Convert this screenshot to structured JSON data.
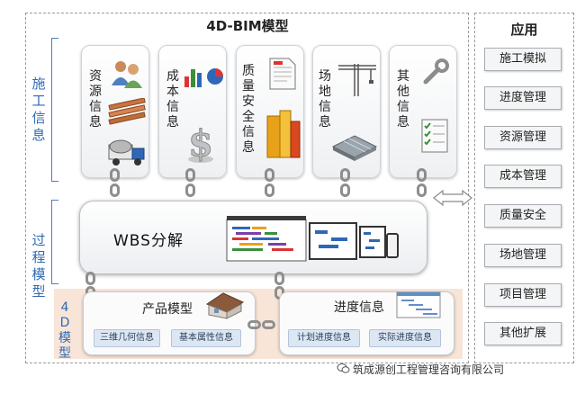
{
  "title": "4D-BIM模型",
  "left_labels": {
    "construction_info": [
      "施",
      "工",
      "信",
      "息"
    ],
    "process_model": [
      "过",
      "程",
      "模",
      "型"
    ]
  },
  "cards": [
    {
      "label": [
        "资",
        "源",
        "信",
        "息"
      ],
      "icons": [
        "people-icon",
        "wood-planks-icon",
        "truck-icon"
      ]
    },
    {
      "label": [
        "成",
        "本",
        "信",
        "息"
      ],
      "icons": [
        "bar-pie-chart-icon",
        "dollar-icon"
      ]
    },
    {
      "label": [
        "质",
        "量",
        "安",
        "全",
        "信",
        "息"
      ],
      "icons": [
        "document-icon",
        "stacked-books-icon"
      ]
    },
    {
      "label": [
        "场",
        "地",
        "信",
        "息"
      ],
      "icons": [
        "crane-icon",
        "site-platform-icon"
      ]
    },
    {
      "label": [
        "其",
        "他",
        "信",
        "息"
      ],
      "icons": [
        "wrench-icon",
        "checklist-icon"
      ]
    }
  ],
  "wbs": {
    "label": "WBS分解"
  },
  "model_4d": {
    "label": [
      "4",
      "D",
      "模",
      "型"
    ]
  },
  "product_model": {
    "title": "产品模型",
    "items": [
      "三维几何信息",
      "基本属性信息"
    ]
  },
  "progress_info": {
    "title": "进度信息",
    "items": [
      "计划进度信息",
      "实际进度信息"
    ]
  },
  "applications": {
    "title": "应用",
    "items": [
      "施工模拟",
      "进度管理",
      "资源管理",
      "成本管理",
      "质量安全",
      "场地管理",
      "项目管理",
      "其他扩展"
    ]
  },
  "watermark": "筑成源创工程管理咨询有限公司",
  "colors": {
    "label_blue": "#2d6ab3",
    "zone_4d": "#f8e5d8",
    "sub_box": "#dde7f3",
    "chain": "#8e8e8e"
  }
}
